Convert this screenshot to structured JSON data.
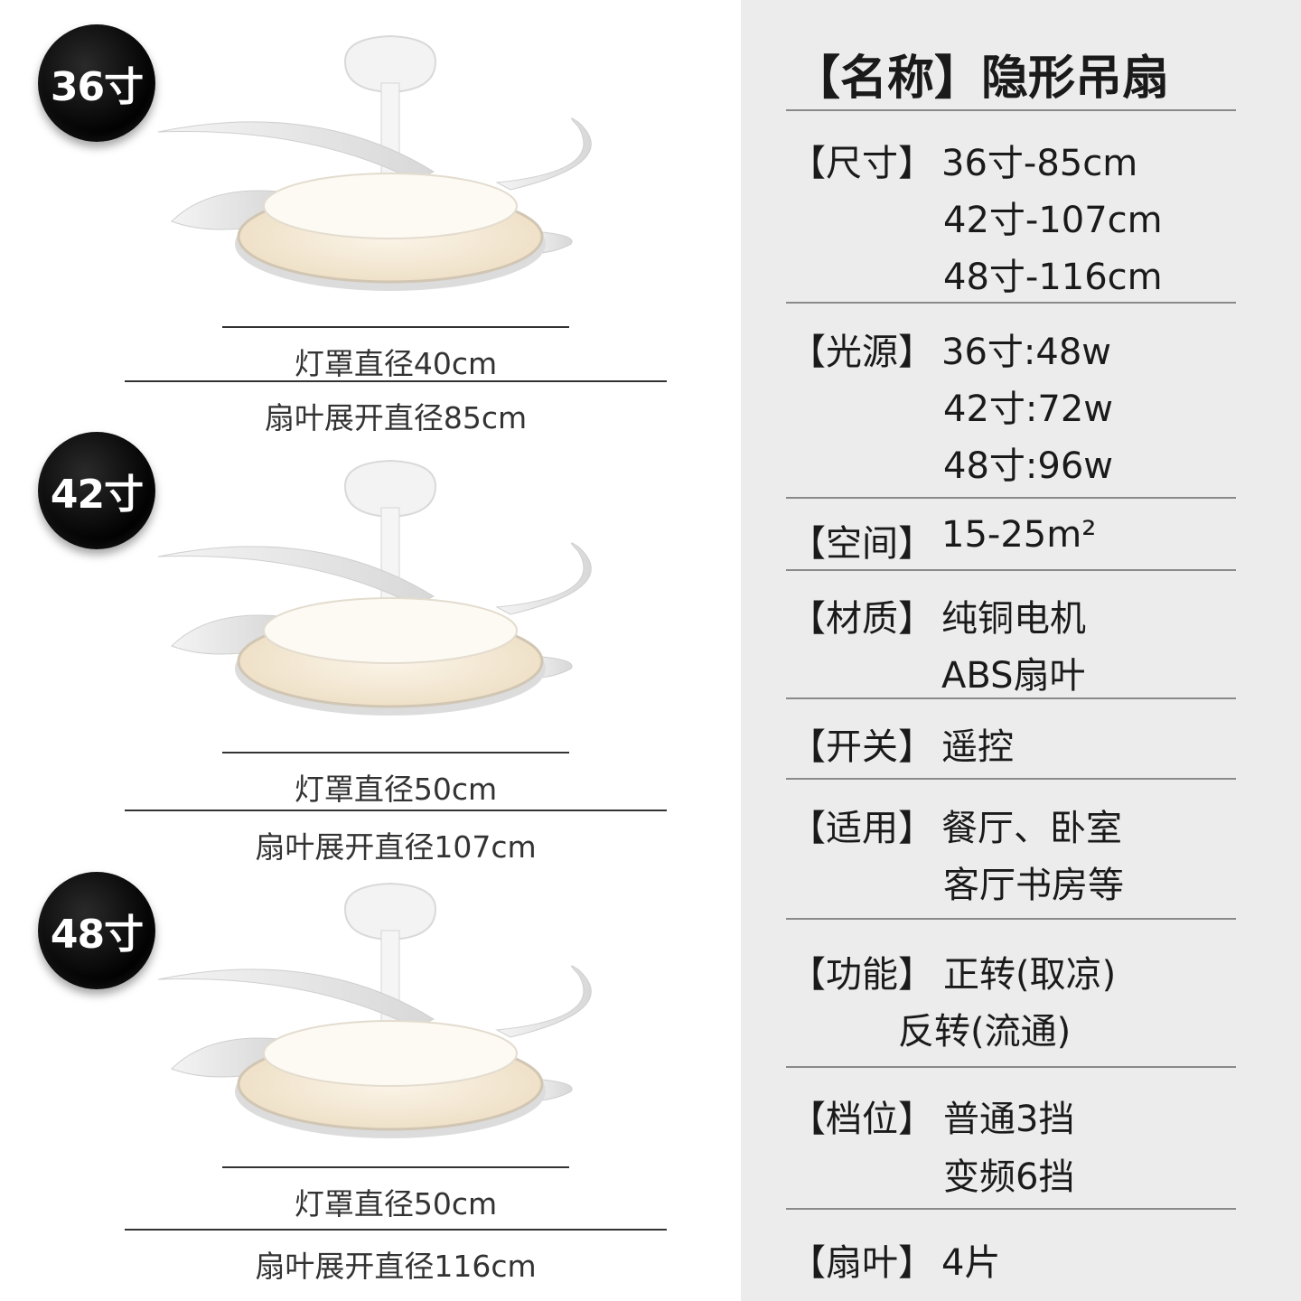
{
  "products": [
    {
      "size_badge": "36寸",
      "shade_caption": "灯罩直径40cm",
      "span_caption": "扇叶展开直径85cm"
    },
    {
      "size_badge": "42寸",
      "shade_caption": "灯罩直径50cm",
      "span_caption": "扇叶展开直径107cm"
    },
    {
      "size_badge": "48寸",
      "shade_caption": "灯罩直径50cm",
      "span_caption": "扇叶展开直径116cm"
    }
  ],
  "specs": {
    "title": "【名称】隐形吊扇",
    "rows": [
      {
        "label": "【尺寸】",
        "values": [
          "36寸-85cm",
          "42寸-107cm",
          "48寸-116cm"
        ]
      },
      {
        "label": "【光源】",
        "values": [
          "36寸:48w",
          "42寸:72w",
          "48寸:96w"
        ]
      },
      {
        "label": "【空间】",
        "values": [
          "15-25m²"
        ]
      },
      {
        "label": "【材质】",
        "values": [
          "纯铜电机",
          "ABS扇叶"
        ]
      },
      {
        "label": "【开关】",
        "values": [
          "遥控"
        ]
      },
      {
        "label": "【适用】",
        "values": [
          "餐厅、卧室",
          "客厅书房等"
        ]
      },
      {
        "label": "【功能】",
        "values": [
          "正转(取凉)",
          "反转(流通)"
        ]
      },
      {
        "label": "【档位】",
        "values": [
          "普通3挡",
          "变频6挡"
        ]
      },
      {
        "label": "【扇叶】",
        "values": [
          "4片"
        ]
      }
    ]
  },
  "colors": {
    "panel_bg": "#ececec",
    "badge_bg": "#000000",
    "shade_glow": "#f6ead8"
  },
  "icons": [
    "ceiling-fan-image"
  ]
}
